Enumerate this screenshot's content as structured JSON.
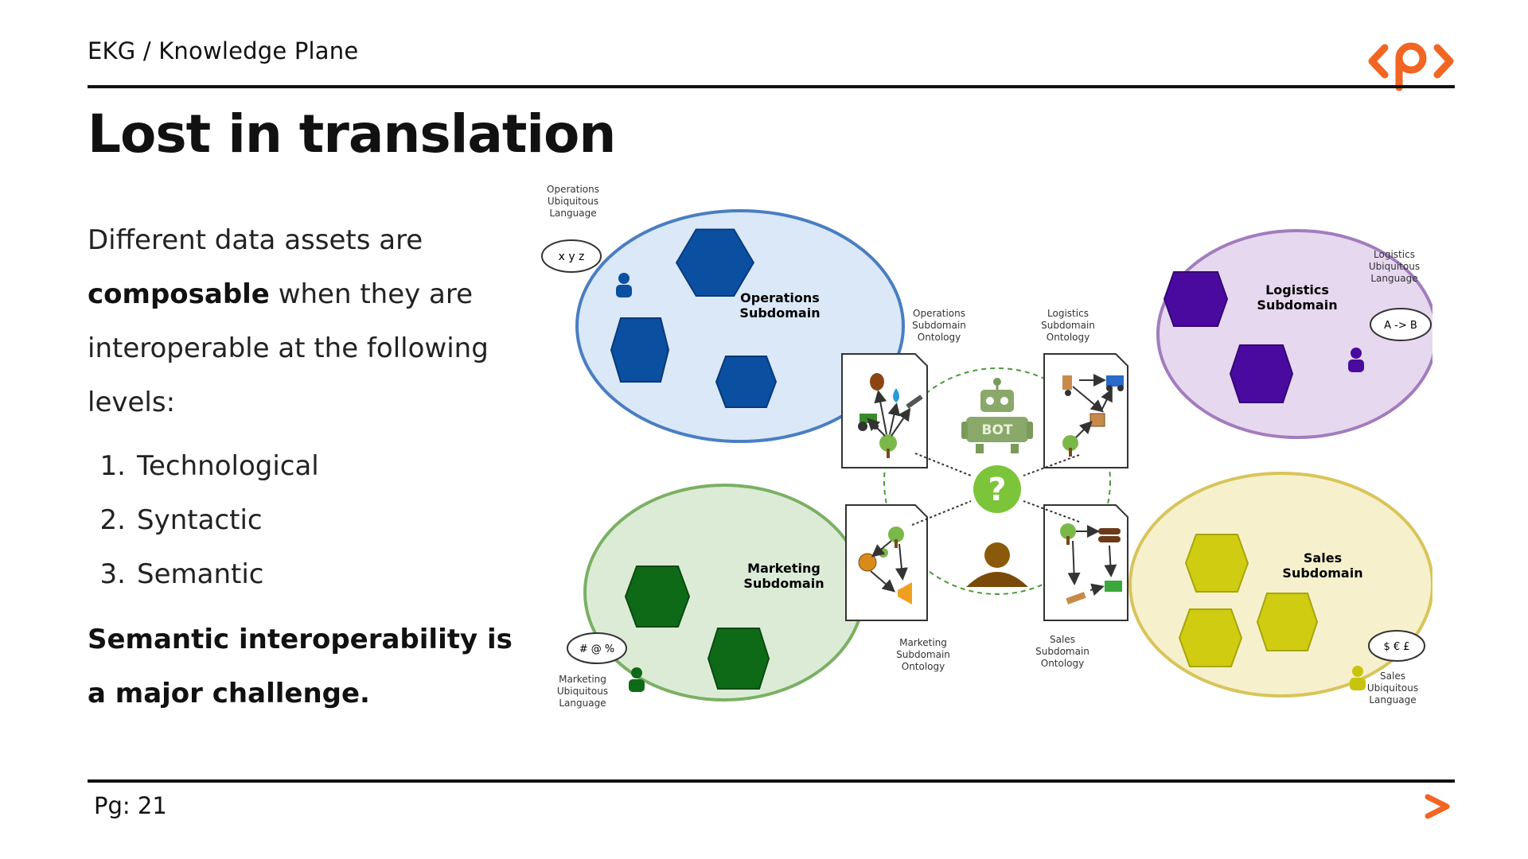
{
  "header": {
    "breadcrumb": "EKG / Knowledge Plane",
    "brand_color": "#f26522"
  },
  "slide": {
    "title": "Lost in translation",
    "intro_pre": "Different data assets are",
    "intro_bold": "composable",
    "intro_post": "when they are interoperable at the following levels:",
    "levels": [
      {
        "num": "1.",
        "label": "Technological"
      },
      {
        "num": "2.",
        "label": "Syntactic"
      },
      {
        "num": "3.",
        "label": "Semantic"
      }
    ],
    "conclusion": "Semantic interoperability is a major challenge."
  },
  "diagram": {
    "domains": [
      {
        "name": "Operations",
        "subdomain": [
          "Operations",
          "Subdomain"
        ],
        "ontology": [
          "Operations",
          "Subdomain",
          "Ontology"
        ],
        "language": [
          "Operations",
          "Ubiquitous",
          "Language"
        ],
        "bubble": "x y z",
        "fill": "#dbe8f8",
        "stroke": "#4a7ec2",
        "hex": "#0b4fa0"
      },
      {
        "name": "Logistics",
        "subdomain": [
          "Logistics",
          "Subdomain"
        ],
        "ontology": [
          "Logistics",
          "Subdomain",
          "Ontology"
        ],
        "language": [
          "Logistics",
          "Ubiquitous",
          "Language"
        ],
        "bubble": "A -> B",
        "fill": "#e6d8ee",
        "stroke": "#a27cbe",
        "hex": "#4a0aa0"
      },
      {
        "name": "Marketing",
        "subdomain": [
          "Marketing",
          "Subdomain"
        ],
        "ontology": [
          "Marketing",
          "Subdomain",
          "Ontology"
        ],
        "language": [
          "Marketing",
          "Ubiquitous",
          "Language"
        ],
        "bubble": "# @ %",
        "fill": "#dcebd6",
        "stroke": "#7ab063",
        "hex": "#0f6a18"
      },
      {
        "name": "Sales",
        "subdomain": [
          "Sales",
          "Subdomain"
        ],
        "ontology": [
          "Sales",
          "Subdomain",
          "Ontology"
        ],
        "language": [
          "Sales",
          "Ubiquitous",
          "Language"
        ],
        "bubble": "$ € £",
        "fill": "#f6f1cc",
        "stroke": "#d8c45a",
        "hex": "#cfcc12"
      }
    ],
    "bot_label": "BOT",
    "question_mark": "?"
  },
  "footer": {
    "page_label": "Pg: 21"
  }
}
